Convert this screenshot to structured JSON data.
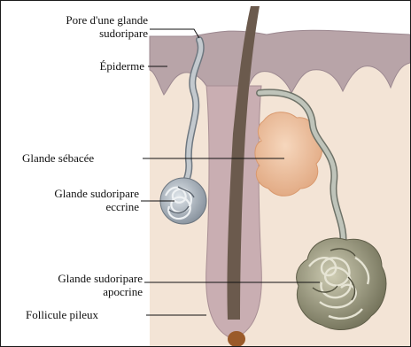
{
  "labels": {
    "pore": [
      "Pore d'une glande",
      "sudoripare"
    ],
    "epiderme": "Épiderme",
    "sebacee": "Glande sébacée",
    "eccrine": [
      "Glande sudoripare",
      "eccrine"
    ],
    "apocrine": [
      "Glande sudoripare",
      "apocrine"
    ],
    "follicule": "Follicule pileux"
  },
  "colors": {
    "epidermis": "#b8a4a8",
    "dermis": "#f3e4d6",
    "follicle": "#c9aeb2",
    "hair": "#6b5a4d",
    "sebaceous": "#e9b893",
    "eccrine": "#8e9aa6",
    "apocrine": "#7d7c63",
    "tube": "#a9b0a6"
  }
}
